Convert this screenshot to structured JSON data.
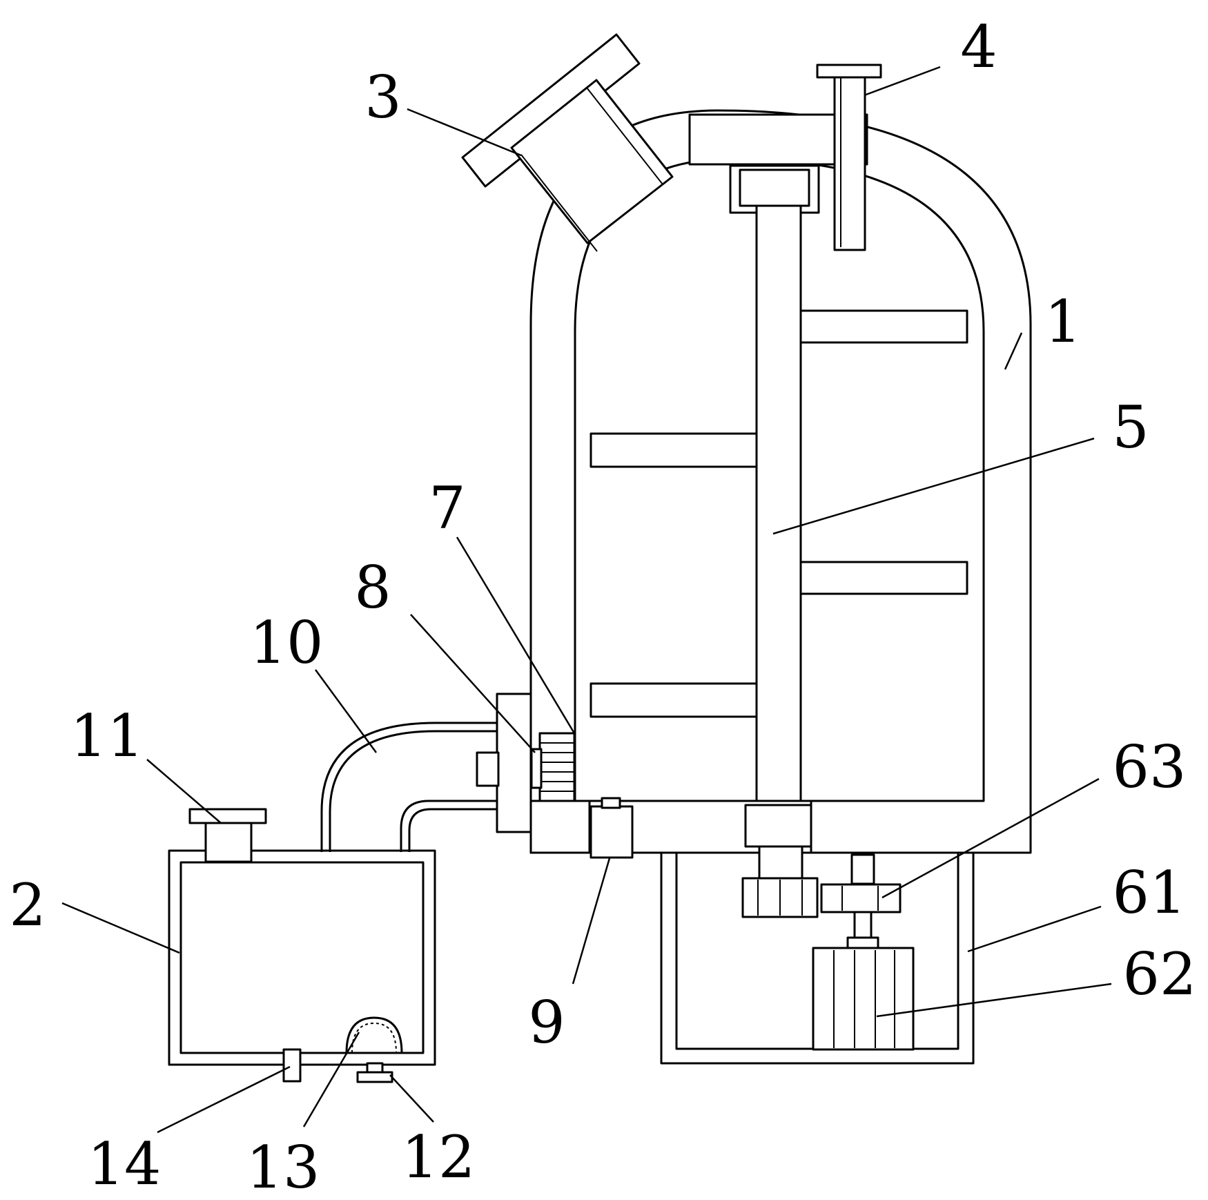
{
  "labels": {
    "l1": "1",
    "l2": "2",
    "l3": "3",
    "l4": "4",
    "l5": "5",
    "l7": "7",
    "l8": "8",
    "l9": "9",
    "l10": "10",
    "l11": "11",
    "l12": "12",
    "l13": "13",
    "l14": "14",
    "l61": "61",
    "l62": "62",
    "l63": "63"
  }
}
